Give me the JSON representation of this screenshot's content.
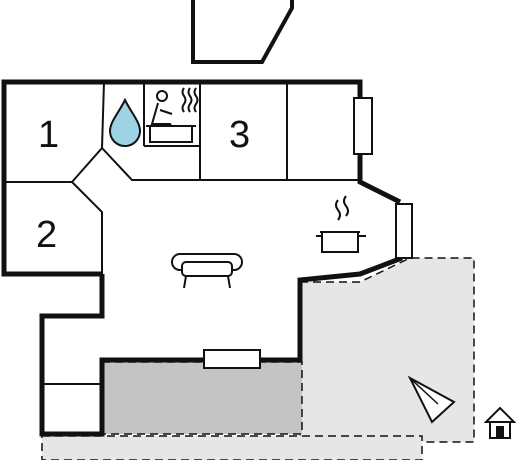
{
  "rooms": [
    {
      "number": "1"
    },
    {
      "number": "2"
    },
    {
      "number": "3"
    }
  ],
  "colors": {
    "wall": "#111111",
    "terrace": "#e6e6e6",
    "covered_area": "#c4c4c4",
    "water_drop": "#9ed3e6",
    "background": "#ffffff"
  },
  "icons": [
    "shower-drop-icon",
    "sauna-icon",
    "kitchen-pot-icon",
    "sofa-icon",
    "compass-north-icon",
    "house-entrance-icon",
    "window-icon"
  ]
}
